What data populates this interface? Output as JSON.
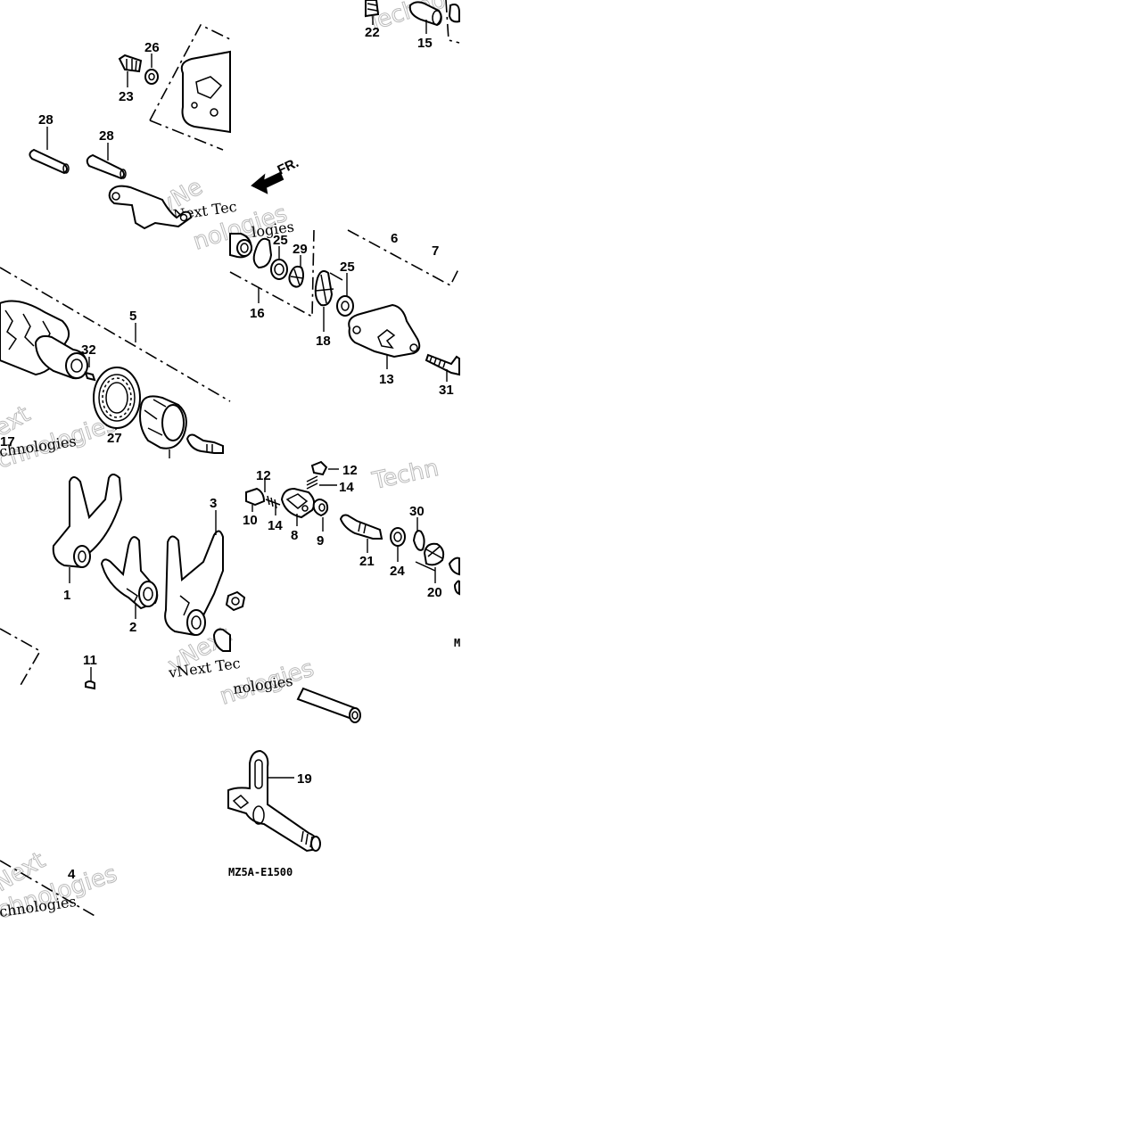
{
  "callouts": {
    "c1": "1",
    "c2": "2",
    "c3": "3",
    "c4": "4",
    "c5": "5",
    "c6": "6",
    "c7": "7",
    "c8": "8",
    "c9": "9",
    "c10": "10",
    "c11": "11",
    "c12a": "12",
    "c12b": "12",
    "c13": "13",
    "c14a": "14",
    "c14b": "14",
    "c15": "15",
    "c16": "16",
    "c17": "17",
    "c18": "18",
    "c19": "19",
    "c20": "20",
    "c21": "21",
    "c22": "22",
    "c23": "23",
    "c24": "24",
    "c25a": "25",
    "c25b": "25",
    "c26": "26",
    "c27": "27",
    "c28a": "28",
    "c28b": "28",
    "c29": "29",
    "c30": "30",
    "c31": "31",
    "c32": "32"
  },
  "front_arrow_label": "FR.",
  "diagram_code": "MZ5A-E1500",
  "watermarks": {
    "w1": "vNext Tec",
    "w2": "vNext Tec",
    "w3": "Techno",
    "w4": "Techn",
    "w5": "chnologies",
    "w6": "chnologies",
    "w7": "nologies",
    "w8": "nologies",
    "w9": "logies",
    "w10": "ext",
    "w11": "Next",
    "w12": "vNext",
    "w13": "vNe"
  },
  "colors": {
    "ink": "#000000",
    "background": "#ffffff",
    "watermark": "#bbbbbb"
  }
}
